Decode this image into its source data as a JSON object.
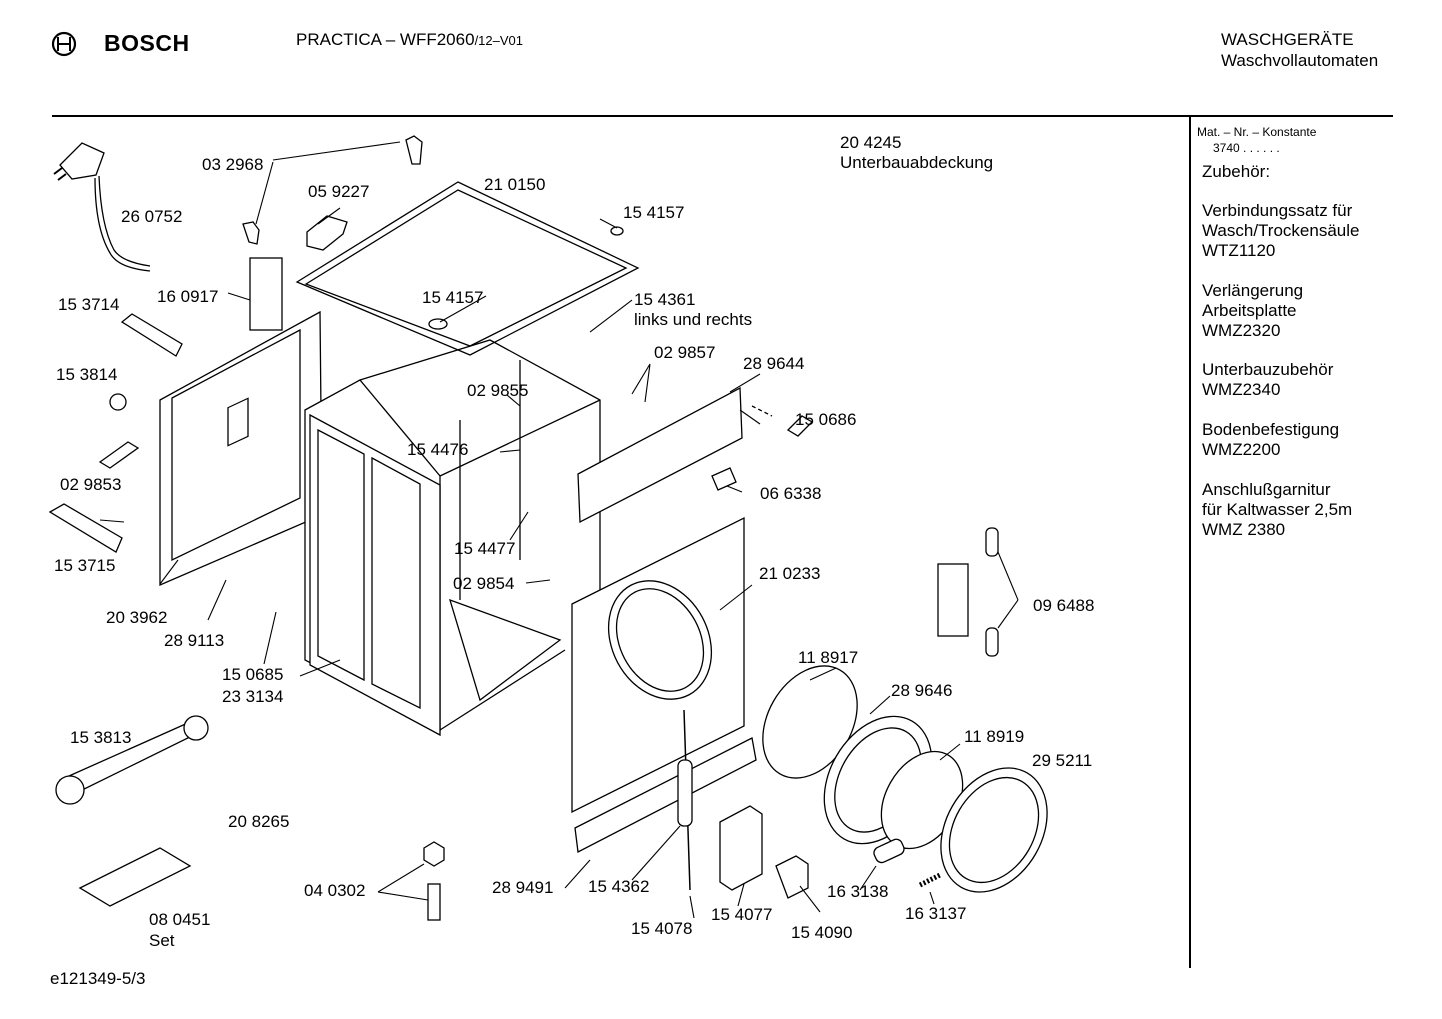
{
  "header": {
    "brand": "BOSCH",
    "model_prefix": "PRACTICA – WFF2060",
    "model_suffix": "/12–V01",
    "category": "WASCHGERÄTE",
    "subcategory": "Waschvollautomaten"
  },
  "sidebar": {
    "mat_title": "Mat. – Nr. – Konstante",
    "mat_value": "3740  .   .   .   .   .   .",
    "accessories_title": "Zubehör:",
    "accessories": [
      {
        "lines": [
          "Verbindungssatz für",
          "Wasch/Trockensäule",
          "WTZ1120"
        ]
      },
      {
        "lines": [
          "Verlängerung",
          "Arbeitsplatte",
          "WMZ2320"
        ]
      },
      {
        "lines": [
          "Unterbauzubehör",
          "WMZ2340"
        ]
      },
      {
        "lines": [
          "Bodenbefestigung",
          "WMZ2200"
        ]
      },
      {
        "lines": [
          "Anschlußgarnitur",
          "für Kaltwasser 2,5m",
          "WMZ 2380"
        ]
      }
    ]
  },
  "parts": {
    "p032968": "03 2968",
    "p059227": "05 9227",
    "p210150": "21 0150",
    "p204245": "20 4245",
    "p204245_desc": "Unterbauabdeckung",
    "p260752": "26 0752",
    "p154157a": "15 4157",
    "p154157b": "15 4157",
    "p153714": "15 3714",
    "p160917": "16 0917",
    "p154361": "15 4361",
    "p154361_desc": "links und rechts",
    "p029857": "02 9857",
    "p289644": "28 9644",
    "p153814": "15 3814",
    "p029855": "02 9855",
    "p150686": "15 0686",
    "p154476": "15 4476",
    "p029853": "02 9853",
    "p066338": "06 6338",
    "p153715": "15 3715",
    "p154477": "15 4477",
    "p210233": "21 0233",
    "p203962": "20 3962",
    "p029854": "02 9854",
    "p289113": "28 9113",
    "p096488": "09 6488",
    "p150685": "15 0685",
    "p233134": "23 3134",
    "p118917": "11 8917",
    "p289646": "28 9646",
    "p153813": "15 3813",
    "p118919": "11 8919",
    "p295211": "29 5211",
    "p208265": "20 8265",
    "p040302": "04 0302",
    "p289491": "28 9491",
    "p154362": "15 4362",
    "p163138": "16 3138",
    "p163137": "16 3137",
    "p080451": "08 0451",
    "p080451_desc": "Set",
    "p154077": "15 4077",
    "p154078": "15 4078",
    "p154090": "15 4090"
  },
  "footer": {
    "code": "e121349-5/3"
  }
}
